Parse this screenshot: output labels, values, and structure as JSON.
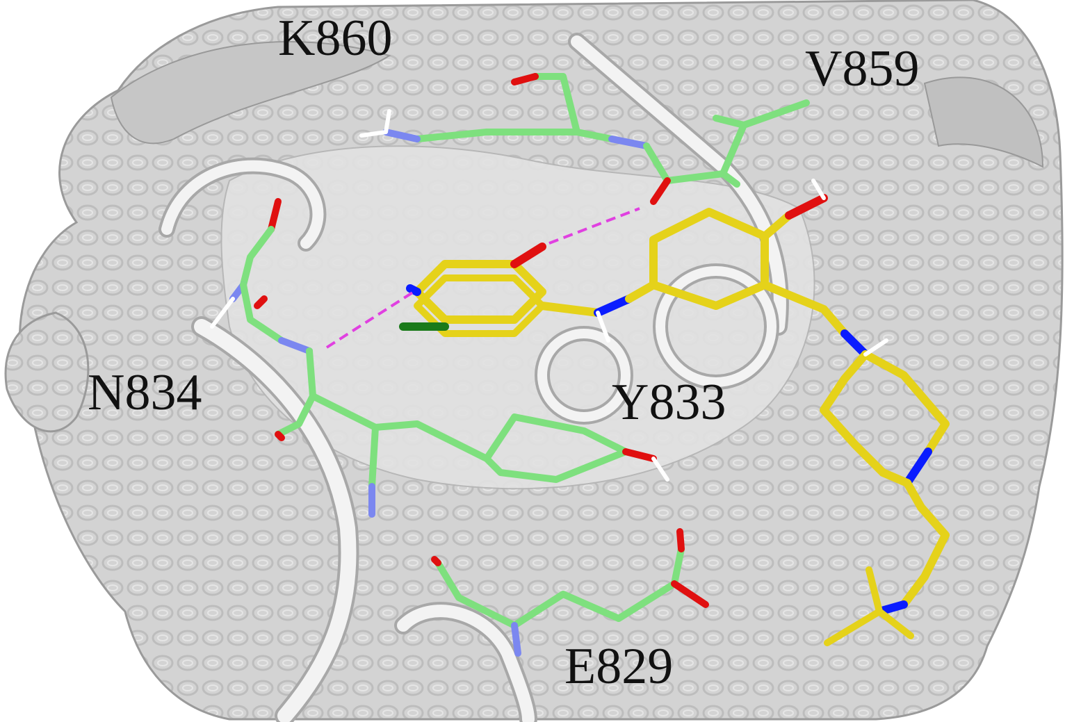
{
  "figure": {
    "residue_labels": {
      "k860": "K860",
      "v859": "V859",
      "n834": "N834",
      "y833": "Y833",
      "e829": "E829"
    },
    "colors": {
      "background": "#ffffff",
      "protein_surface": "#d4d4d4",
      "surface_outline": "#a9a9a9",
      "ribbon": "#f2f2f2",
      "residue_carbon": "#7ee07e",
      "ligand_carbon": "#e5d21a",
      "nitrogen": "#0a1cff",
      "oxygen": "#e01010",
      "chlorine": "#1a7a1a",
      "hydrogen": "#ffffff",
      "hydrogen_bond": "#e040e0"
    }
  }
}
